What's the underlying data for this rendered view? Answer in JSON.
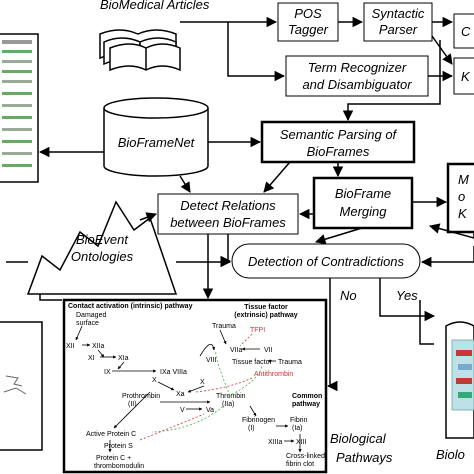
{
  "nodes": {
    "articles": "BioMedical Articles",
    "pos_tagger": [
      "POS",
      "Tagger"
    ],
    "syntactic_parser": [
      "Syntactic",
      "Parser"
    ],
    "term_recognizer": [
      "Term Recognizer",
      "and Disambiguator"
    ],
    "bioframenet": "BioFrameNet",
    "semantic_parsing": [
      "Semantic Parsing of",
      "BioFrames"
    ],
    "detect_relations": [
      "Detect Relations",
      "between BioFrames"
    ],
    "bioframe_merging": [
      "BioFrame",
      "Merging"
    ],
    "bioevent": [
      "BioEvent",
      "Ontologies"
    ],
    "detection_contradictions": "Detection of Contradictions",
    "biological_pathways": [
      "Biological",
      "Pathways"
    ],
    "partial_right_top": "C",
    "partial_right_mid": "K",
    "partial_right_box": [
      "M",
      "o",
      "K"
    ],
    "partial_right_bottom": "Biolo"
  },
  "edges": {
    "no": "No",
    "yes": "Yes"
  },
  "pathway": {
    "contact": "Contact activation (intrinsic) pathway",
    "tissue": [
      "Tissue factor",
      "(extrinsic) pathway"
    ],
    "damaged": [
      "Damaged",
      "surface"
    ],
    "trauma": "Trauma",
    "tfpi": "TFPI",
    "tissue_factor": "Tissue factor",
    "antithrombin": "Antithrombin",
    "common": [
      "Common",
      "pathway"
    ],
    "xii": "XII",
    "xiia": "XIIa",
    "xi": "XI",
    "xia": "XIa",
    "ix": "IX",
    "ixa_viiia": "IXa VIIIa",
    "viii": "VIII",
    "viia": "VIIa",
    "vii": "VII",
    "x": "X",
    "xa": "Xa",
    "prothrombin": [
      "Prothrombin",
      "(II)"
    ],
    "thrombin": [
      "Thrombin",
      "(IIa)"
    ],
    "v": "V",
    "va": "Va",
    "fibrinogen": [
      "Fibrinogen",
      "(I)"
    ],
    "fibrin": [
      "Fibrin",
      "(Ia)"
    ],
    "xiiia": "XIIIa",
    "xiii": "XIII",
    "active_protein_c": "Active Protein C",
    "protein_s": "Protein S",
    "protein_c": [
      "Protein C +",
      "thrombomodulin"
    ],
    "cross_linked": [
      "Cross-linked",
      "fibrin clot"
    ]
  }
}
